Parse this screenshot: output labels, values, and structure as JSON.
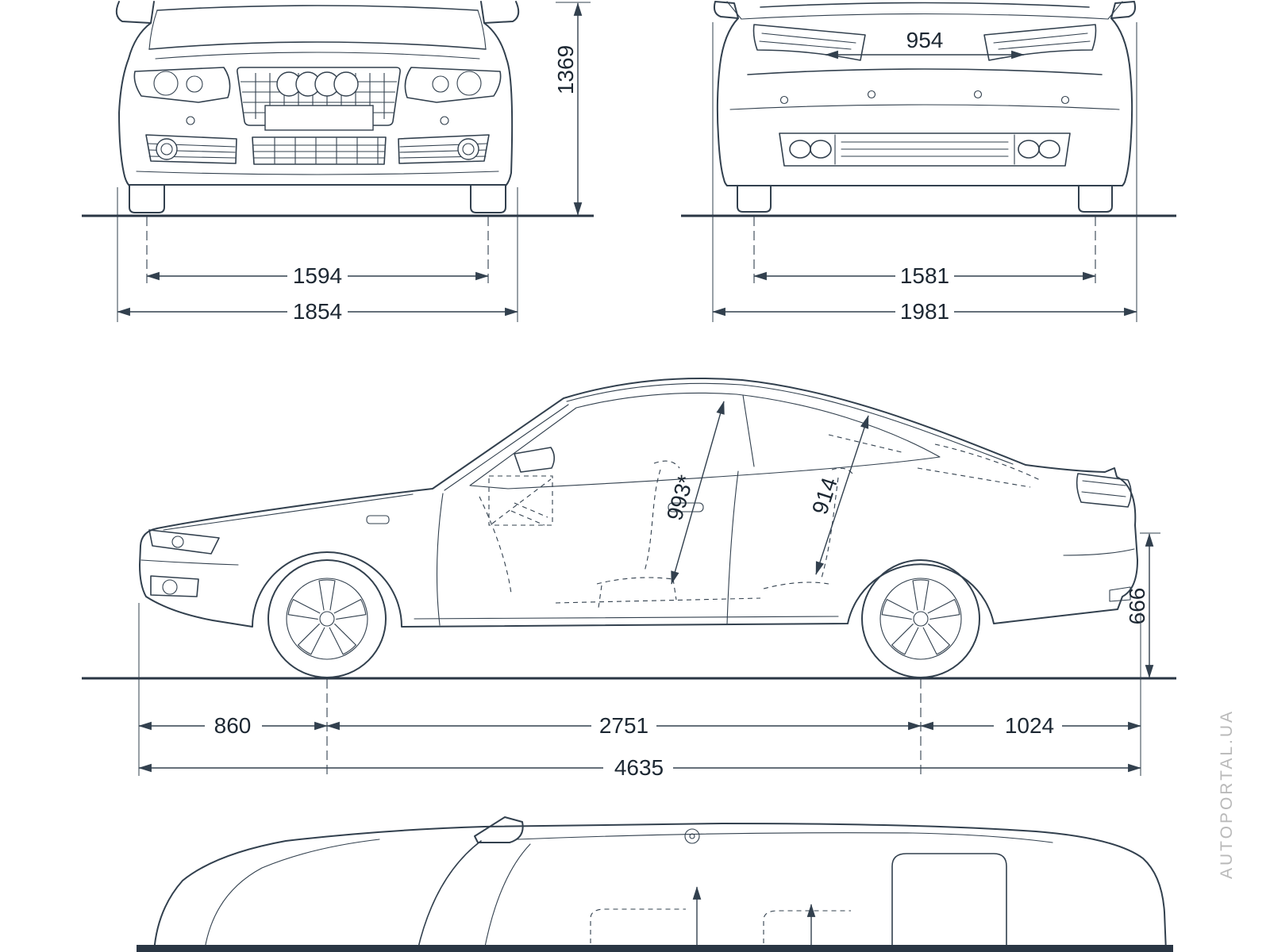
{
  "page": {
    "background": "#ffffff",
    "line_color": "#32404e",
    "watermark_color": "#b9b9b9"
  },
  "watermark": "AUTOPORTAL.UA",
  "dims": {
    "front_height": "1369",
    "front_track": "1594",
    "front_width": "1854",
    "rear_inner": "954",
    "rear_track": "1581",
    "rear_width": "1981",
    "front_headroom": "993*",
    "rear_headroom": "914",
    "rear_height": "666",
    "front_overhang": "860",
    "wheelbase": "2751",
    "rear_overhang": "1024",
    "length": "4635"
  }
}
